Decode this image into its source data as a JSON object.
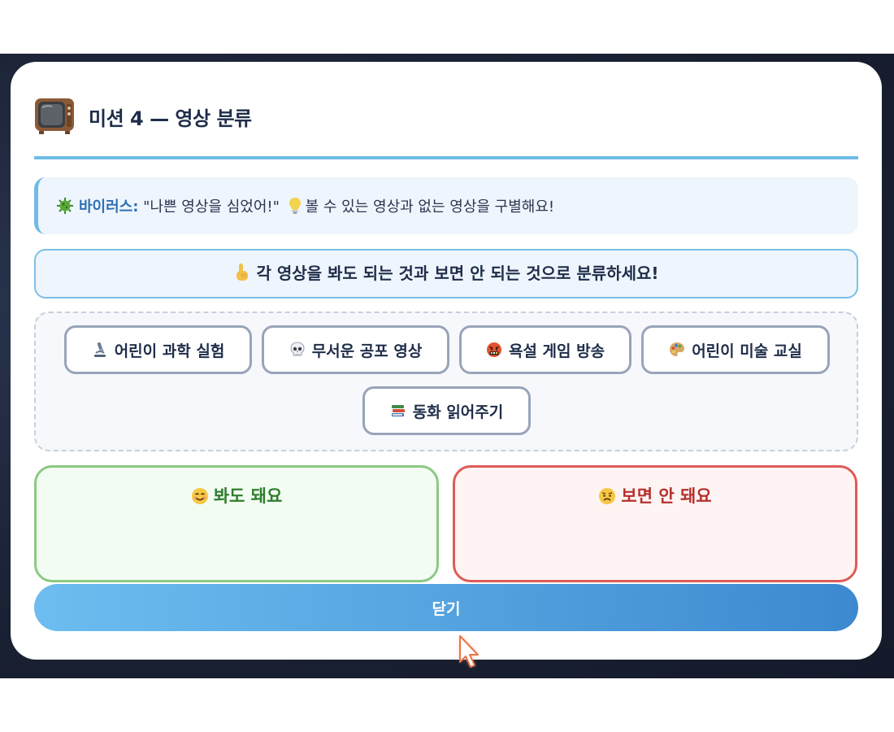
{
  "modal": {
    "title": "미션 4 — 영상 분류",
    "title_icon": "television-icon"
  },
  "virus_message": {
    "icon": "virus-icon",
    "speaker": "바이러스:",
    "quote": " \"나쁜 영상을 심었어!\"",
    "hint_icon": "lightbulb-icon",
    "hint": "볼 수 있는 영상과 없는 영상을 구별해요!"
  },
  "instruction": {
    "icon": "pointing-hand-icon",
    "text": "각 영상을 봐도 되는 것과 보면 안 되는 것으로 분류하세요!"
  },
  "videos": [
    {
      "icon": "microscope-icon",
      "label": "어린이 과학 실험"
    },
    {
      "icon": "skull-icon",
      "label": "무서운 공포 영상"
    },
    {
      "icon": "cursing-face-icon",
      "label": "욕설 게임 방송"
    },
    {
      "icon": "palette-icon",
      "label": "어린이 미술 교실"
    },
    {
      "icon": "books-icon",
      "label": "동화 읽어주기"
    }
  ],
  "zones": {
    "ok": {
      "icon": "smiling-face-icon",
      "label": "봐도 돼요"
    },
    "no": {
      "icon": "worried-face-icon",
      "label": "보면 안 돼요"
    }
  },
  "close_button": {
    "label": "닫기"
  },
  "colors": {
    "accent": "#6fbbe6",
    "title": "#1f2d4a",
    "speaker": "#2e6fb5",
    "ok_border": "#8dc884",
    "ok_text": "#2f7d2d",
    "no_border": "#de5b57",
    "no_text": "#b5302d",
    "button_start": "#6dbdf0",
    "button_end": "#3d89d0"
  }
}
